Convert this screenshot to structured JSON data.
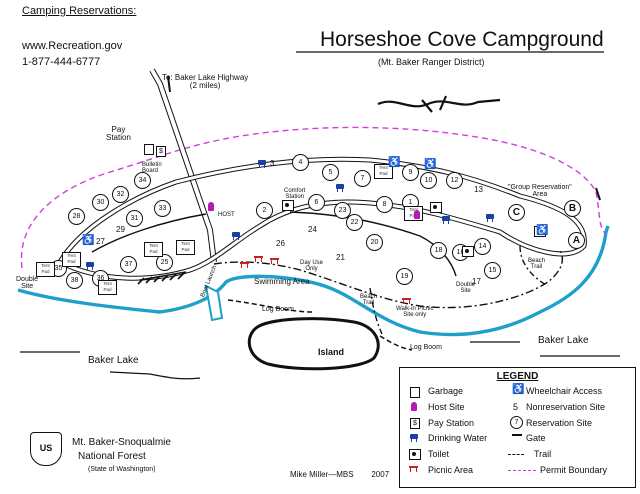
{
  "reservations": {
    "heading": "Camping Reservations:",
    "website": "www.Recreation.gov",
    "phone": "1-877-444-6777"
  },
  "title": "Horseshoe Cove Campground",
  "subtitle": "(Mt. Baker Ranger District)",
  "labels": {
    "highway": "To: Baker Lake Highway\n(2 miles)",
    "pay_station": "Pay\nStation",
    "bulletin": "Bulletin\nBoard",
    "host": "HOST",
    "comfort_station": "Comfort\nStation",
    "group_reservation": "\"Group Reservation\"\nArea",
    "beach_trail_east": "Beach\nTrail",
    "beach_trail_mid": "Beach\nTrail",
    "day_use_only": "Day Use\nOnly",
    "swimming_area": "Swimming Area",
    "log_boom_upper": "Log Boom",
    "log_boom_lower": "Log Boom",
    "walk_in_picnic": "Walk-in Picnic\nSite only",
    "island": "Island",
    "baker_lake_west": "Baker Lake",
    "baker_lake_east": "Baker Lake",
    "double_site_west": "Double\nSite",
    "double_site_east": "Double\nSite",
    "boat_launch": "Boat Launch",
    "tent_pad": "Tent\nPad"
  },
  "sites": [
    "1",
    "2",
    "3",
    "4",
    "5",
    "6",
    "7",
    "8",
    "9",
    "10",
    "11",
    "12",
    "13",
    "14",
    "15",
    "16",
    "17",
    "18",
    "19",
    "20",
    "21",
    "22",
    "23",
    "24",
    "25",
    "26",
    "27",
    "28",
    "29",
    "30",
    "31",
    "32",
    "33",
    "34",
    "35",
    "36",
    "37",
    "38"
  ],
  "reservation_sites": [
    "A",
    "B",
    "C"
  ],
  "legend": {
    "title": "LEGEND",
    "items": [
      "Garbage",
      "Host Site",
      "Pay Station",
      "Drinking Water",
      "Toilet",
      "Picnic Area",
      "Wheelchair Access",
      "Nonreservation Site",
      "Reservation Site",
      "Gate",
      "Trail",
      "Permit Boundary"
    ],
    "nonreservation_example": "5",
    "reservation_example": "7"
  },
  "forest": {
    "name_line1": "Mt. Baker-Snoqualmie",
    "name_line2": "National Forest",
    "state": "(State of Washington)",
    "logo_text": "US"
  },
  "credit": "Mike Miller—MBS        2007",
  "colors": {
    "lake": "#1fa0c9",
    "permit_boundary": "#d63be0",
    "road": "#111111",
    "drinking_water": "#1a3fa6",
    "picnic": "#cc1f1f",
    "host": "#b11bb8"
  }
}
